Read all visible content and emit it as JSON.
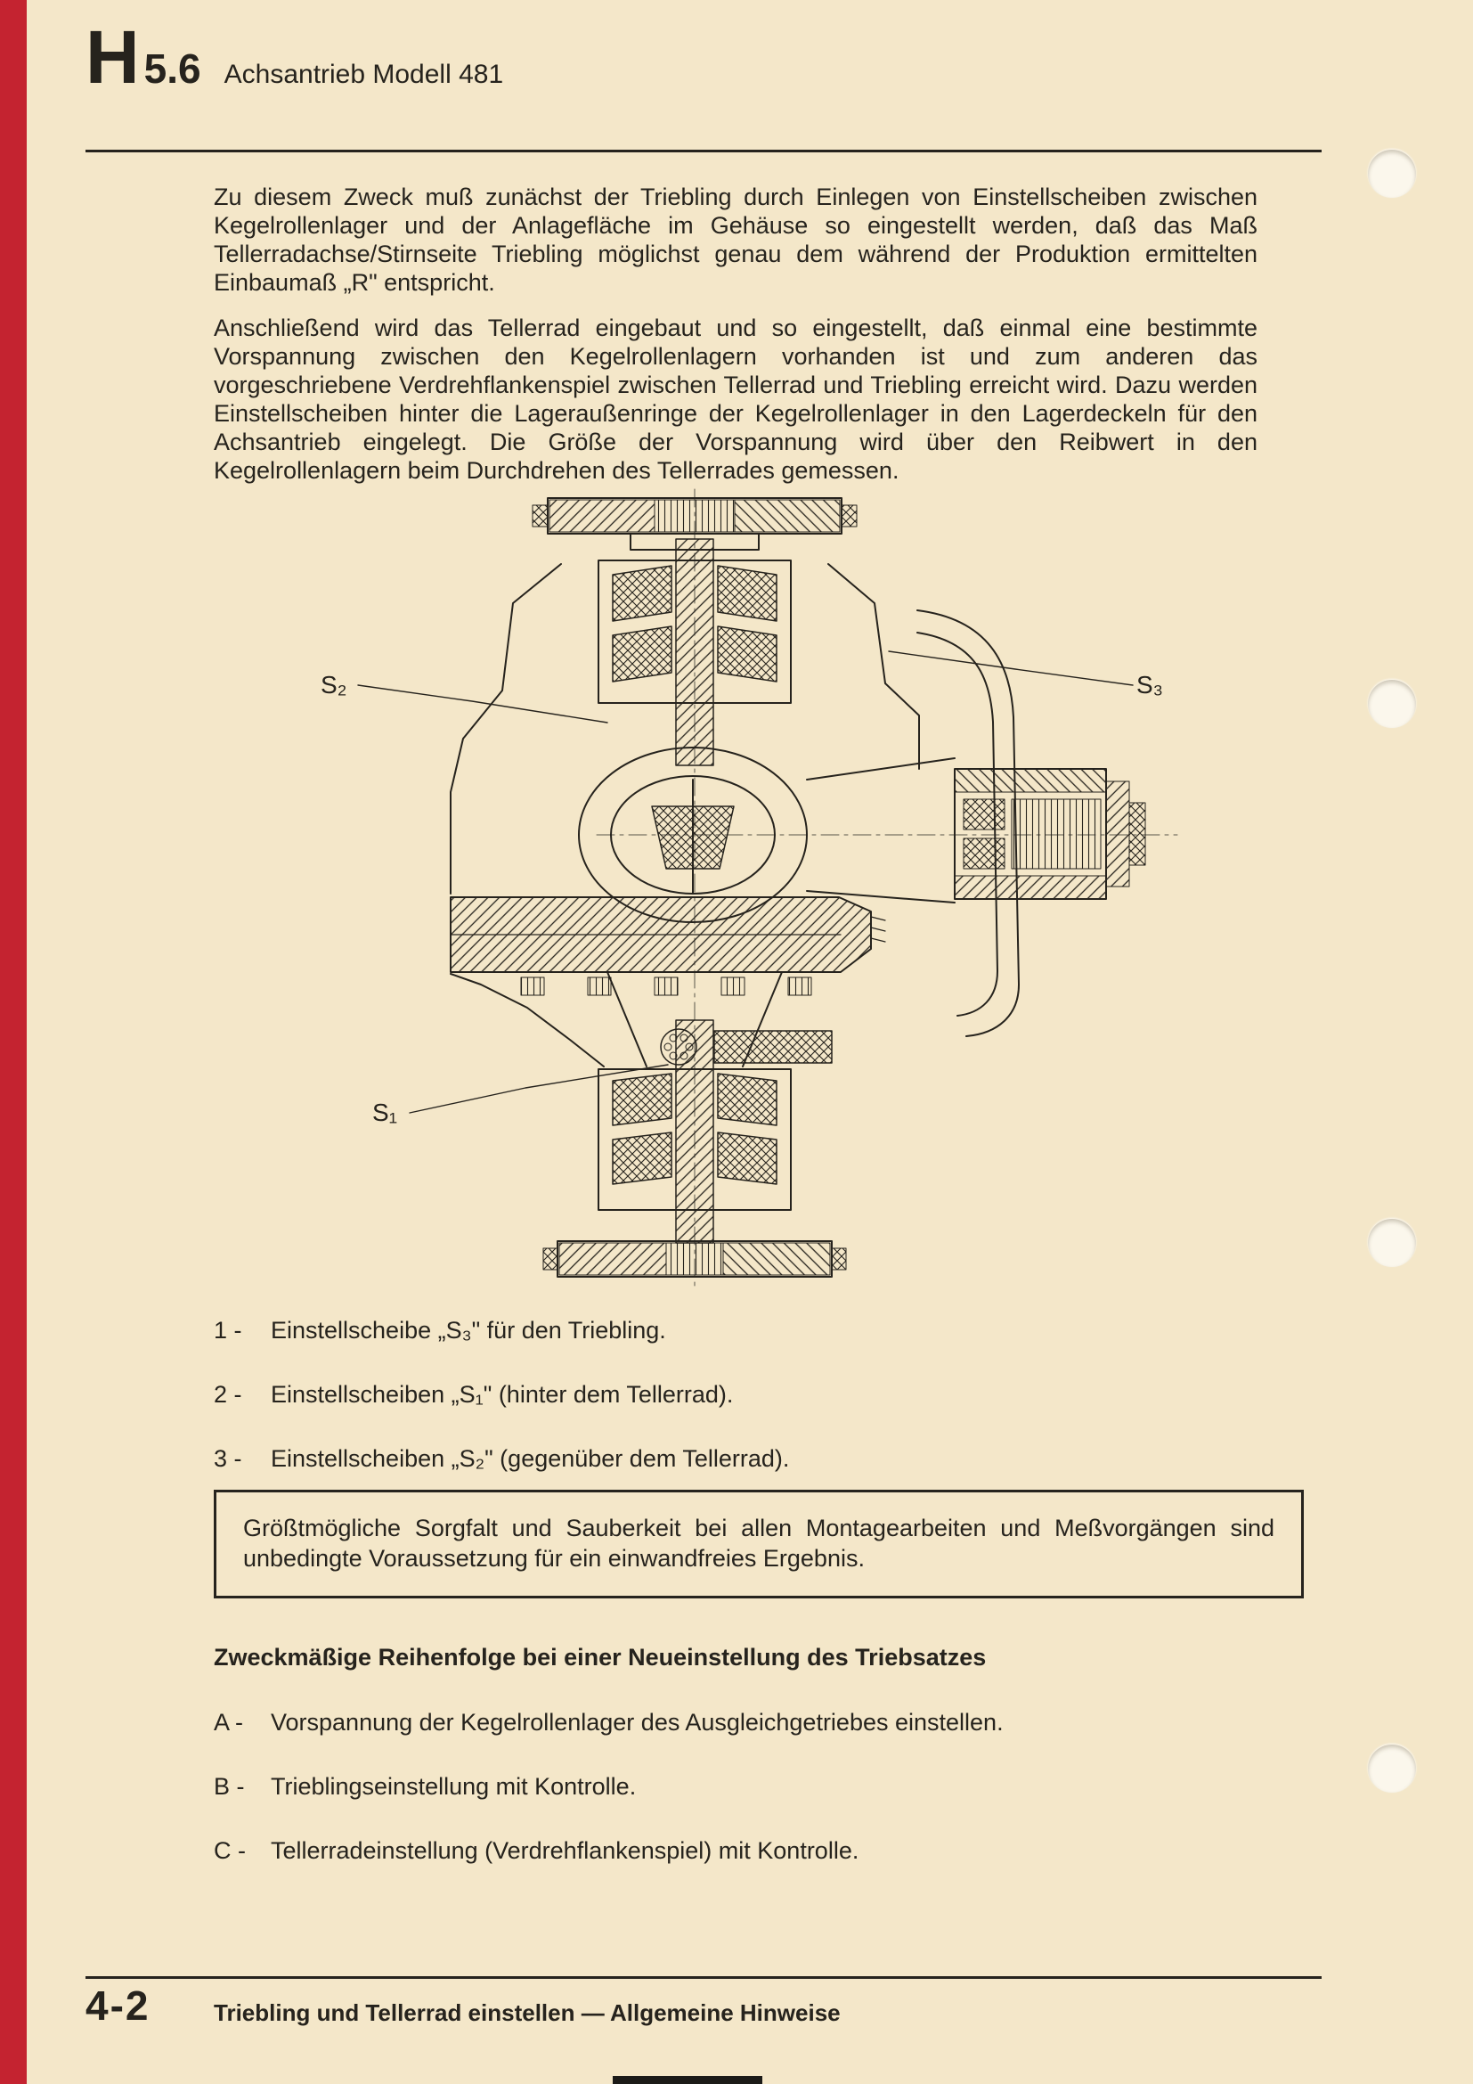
{
  "page": {
    "paper_color": "#f4e7c9",
    "accent_red": "#c42330",
    "ink_color": "#26231d"
  },
  "header": {
    "section_letter": "H",
    "section_number": "5.6",
    "title": "Achsantrieb Modell 481"
  },
  "paragraphs": [
    "Zu diesem Zweck muß zunächst der Triebling durch Einlegen von Einstellscheiben zwischen Kegelrollenlager und der Anlagefläche im Gehäuse so eingestellt werden, daß das Maß Tellerradachse/Stirnseite Triebling möglichst genau dem während der Produktion ermittelten Einbaumaß „R\" entspricht.",
    "Anschließend wird das Tellerrad eingebaut und so eingestellt, daß einmal eine bestimmte Vorspannung zwischen den Kegelrollenlagern vorhanden ist und zum anderen das vorgeschriebene Verdrehflankenspiel zwischen Tellerrad und Triebling erreicht wird. Dazu werden Einstellscheiben hinter die Lageraußenringe der Kegelrollenlager in den Lagerdeckeln für den Achsantrieb eingelegt. Die Größe der Vorspannung wird über den Reibwert in den Kegelrollenlagern beim Durchdrehen des Tellerrades gemessen."
  ],
  "figure": {
    "labels": {
      "s1": "S₁",
      "s2": "S₂",
      "s3": "S₃"
    }
  },
  "legend": [
    {
      "marker": "1 -",
      "text": "Einstellscheibe „S₃\" für den Triebling."
    },
    {
      "marker": "2 -",
      "text": "Einstellscheiben „S₁\" (hinter dem Tellerrad)."
    },
    {
      "marker": "3 -",
      "text": "Einstellscheiben „S₂\" (gegenüber dem Tellerrad)."
    }
  ],
  "note": {
    "text": "Größtmögliche Sorgfalt und Sauberkeit bei allen Montagearbeiten und Meßvorgängen sind unbedingte Voraussetzung für ein einwandfreies Ergebnis."
  },
  "procedure": {
    "heading": "Zweckmäßige Reihenfolge bei einer Neueinstellung des Triebsatzes",
    "steps": [
      {
        "marker": "A -",
        "text": "Vorspannung der Kegelrollenlager des Ausgleichgetriebes einstellen."
      },
      {
        "marker": "B -",
        "text": "Trieblingseinstellung mit Kontrolle."
      },
      {
        "marker": "C -",
        "text": "Tellerradeinstellung (Verdrehflankenspiel) mit Kontrolle."
      }
    ]
  },
  "footer": {
    "page_number": "4-2",
    "title": "Triebling und Tellerrad einstellen — Allgemeine Hinweise"
  }
}
